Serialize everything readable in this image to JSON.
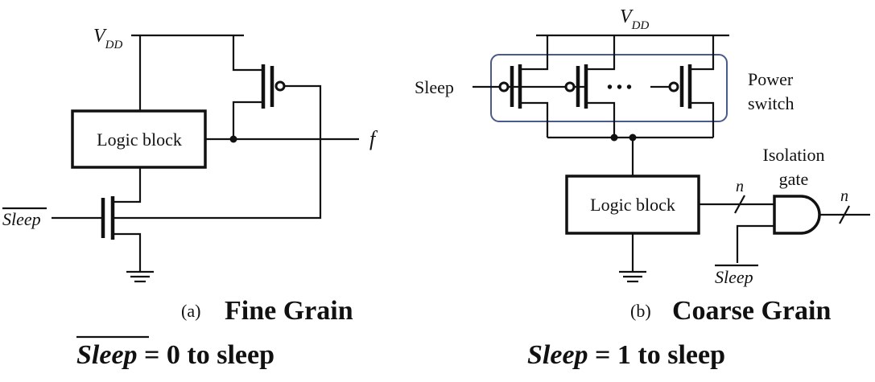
{
  "diagram_a": {
    "vdd_label": "V",
    "vdd_sub": "DD",
    "logic_block_label": "Logic block",
    "output_label": "f",
    "sleep_input_label": "Sleep",
    "caption_letter": "(a)",
    "caption_title": "Fine Grain",
    "footer_signal": "Sleep",
    "footer_text": " = 0 to sleep"
  },
  "diagram_b": {
    "vdd_label": "V",
    "vdd_sub": "DD",
    "sleep_input_label": "Sleep",
    "ellipsis": "• • •",
    "power_switch_line1": "Power",
    "power_switch_line2": "switch",
    "isolation_line1": "Isolation",
    "isolation_line2": "gate",
    "bus_width_label_in": "n",
    "bus_width_label_out": "n",
    "logic_block_label": "Logic block",
    "isolation_sleep_label": "Sleep",
    "caption_letter": "(b)",
    "caption_title": "Coarse Grain",
    "footer_signal": "Sleep",
    "footer_text": " = 1 to sleep"
  },
  "colors": {
    "ink": "#111111",
    "power_switch_outline": "#4a5a8a",
    "background": "#ffffff"
  }
}
